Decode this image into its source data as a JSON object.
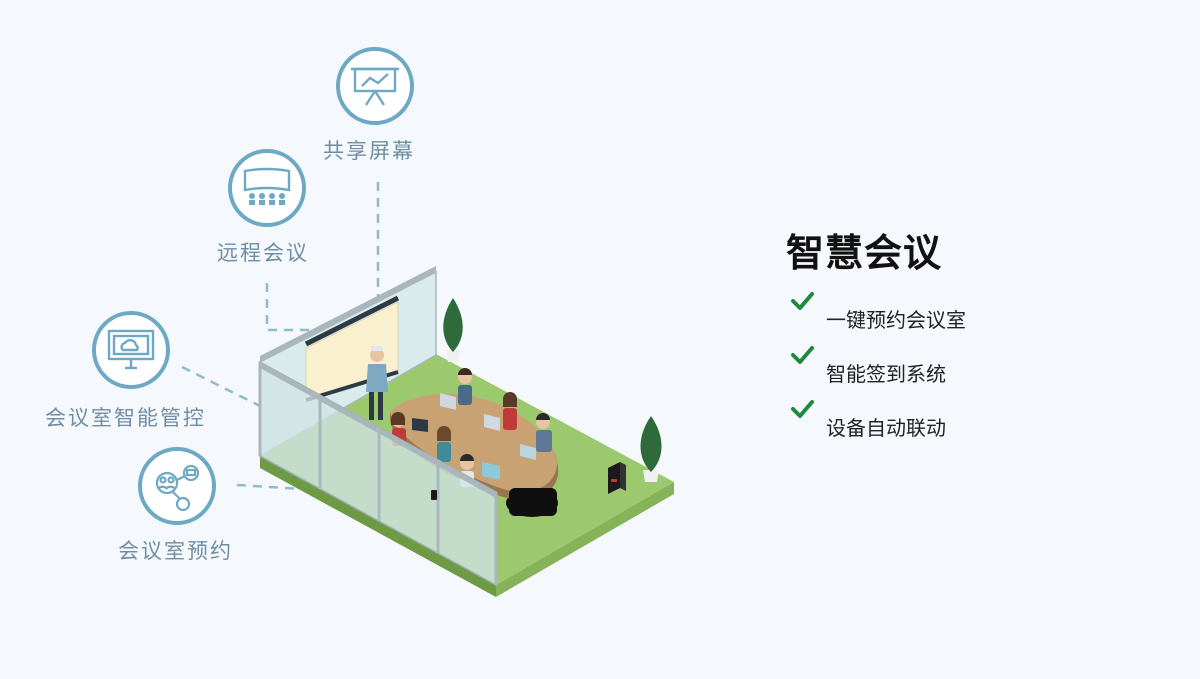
{
  "features": [
    {
      "id": "share-screen",
      "label": "共享屏幕",
      "icon": "presentation-board-icon"
    },
    {
      "id": "remote-meeting",
      "label": "远程会议",
      "icon": "video-conference-icon"
    },
    {
      "id": "room-control",
      "label": "会议室智能管控",
      "icon": "cloud-monitor-icon"
    },
    {
      "id": "room-booking",
      "label": "会议室预约",
      "icon": "people-network-icon"
    }
  ],
  "panel": {
    "title": "智慧会议",
    "items": [
      "一键预约会议室",
      "智能签到系统",
      "设备自动联动"
    ]
  },
  "colors": {
    "icon_ring": "#6ea9c4",
    "label": "#6f8ea3",
    "check": "#1f8a3b",
    "floor": "#9cc96e",
    "table": "#c9a274",
    "glass": "#cfe3e6"
  }
}
